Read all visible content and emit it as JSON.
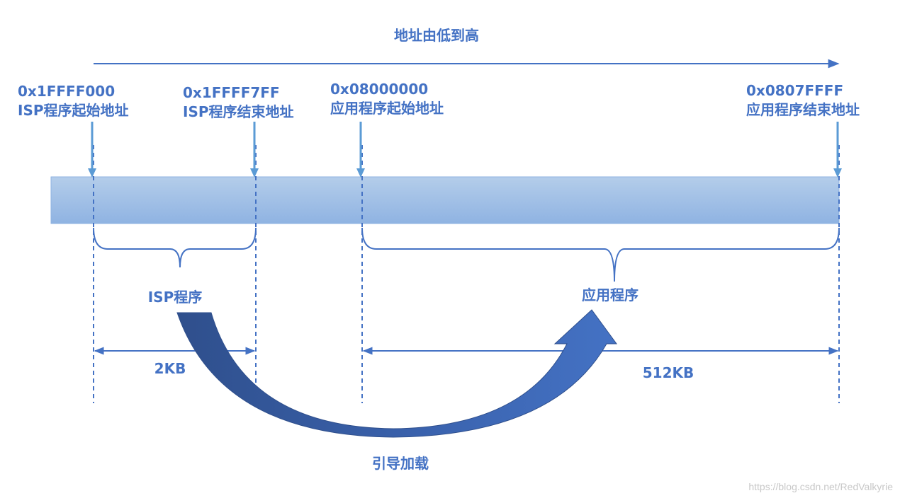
{
  "title": "地址由低到高",
  "colors": {
    "text": "#4472c4",
    "line": "#5b9bd5",
    "bar_top": "#b4cdea",
    "bar_bottom": "#8fb3e2",
    "arc_dark": "#2f4f8c",
    "arc_light": "#4472c4"
  },
  "addresses": [
    {
      "value": "0x1FFFF000",
      "desc": "ISP程序起始地址"
    },
    {
      "value": "0x1FFFF7FF",
      "desc": "ISP程序结束地址"
    },
    {
      "value": "0x08000000",
      "desc": "应用程序起始地址"
    },
    {
      "value": "0x0807FFFF",
      "desc": "应用程序结束地址"
    }
  ],
  "regions": [
    {
      "name": "ISP程序",
      "size": "2KB"
    },
    {
      "name": "应用程序",
      "size": "512KB"
    }
  ],
  "boot_label": "引导加载",
  "watermark": "https://blog.csdn.net/RedValkyrie"
}
